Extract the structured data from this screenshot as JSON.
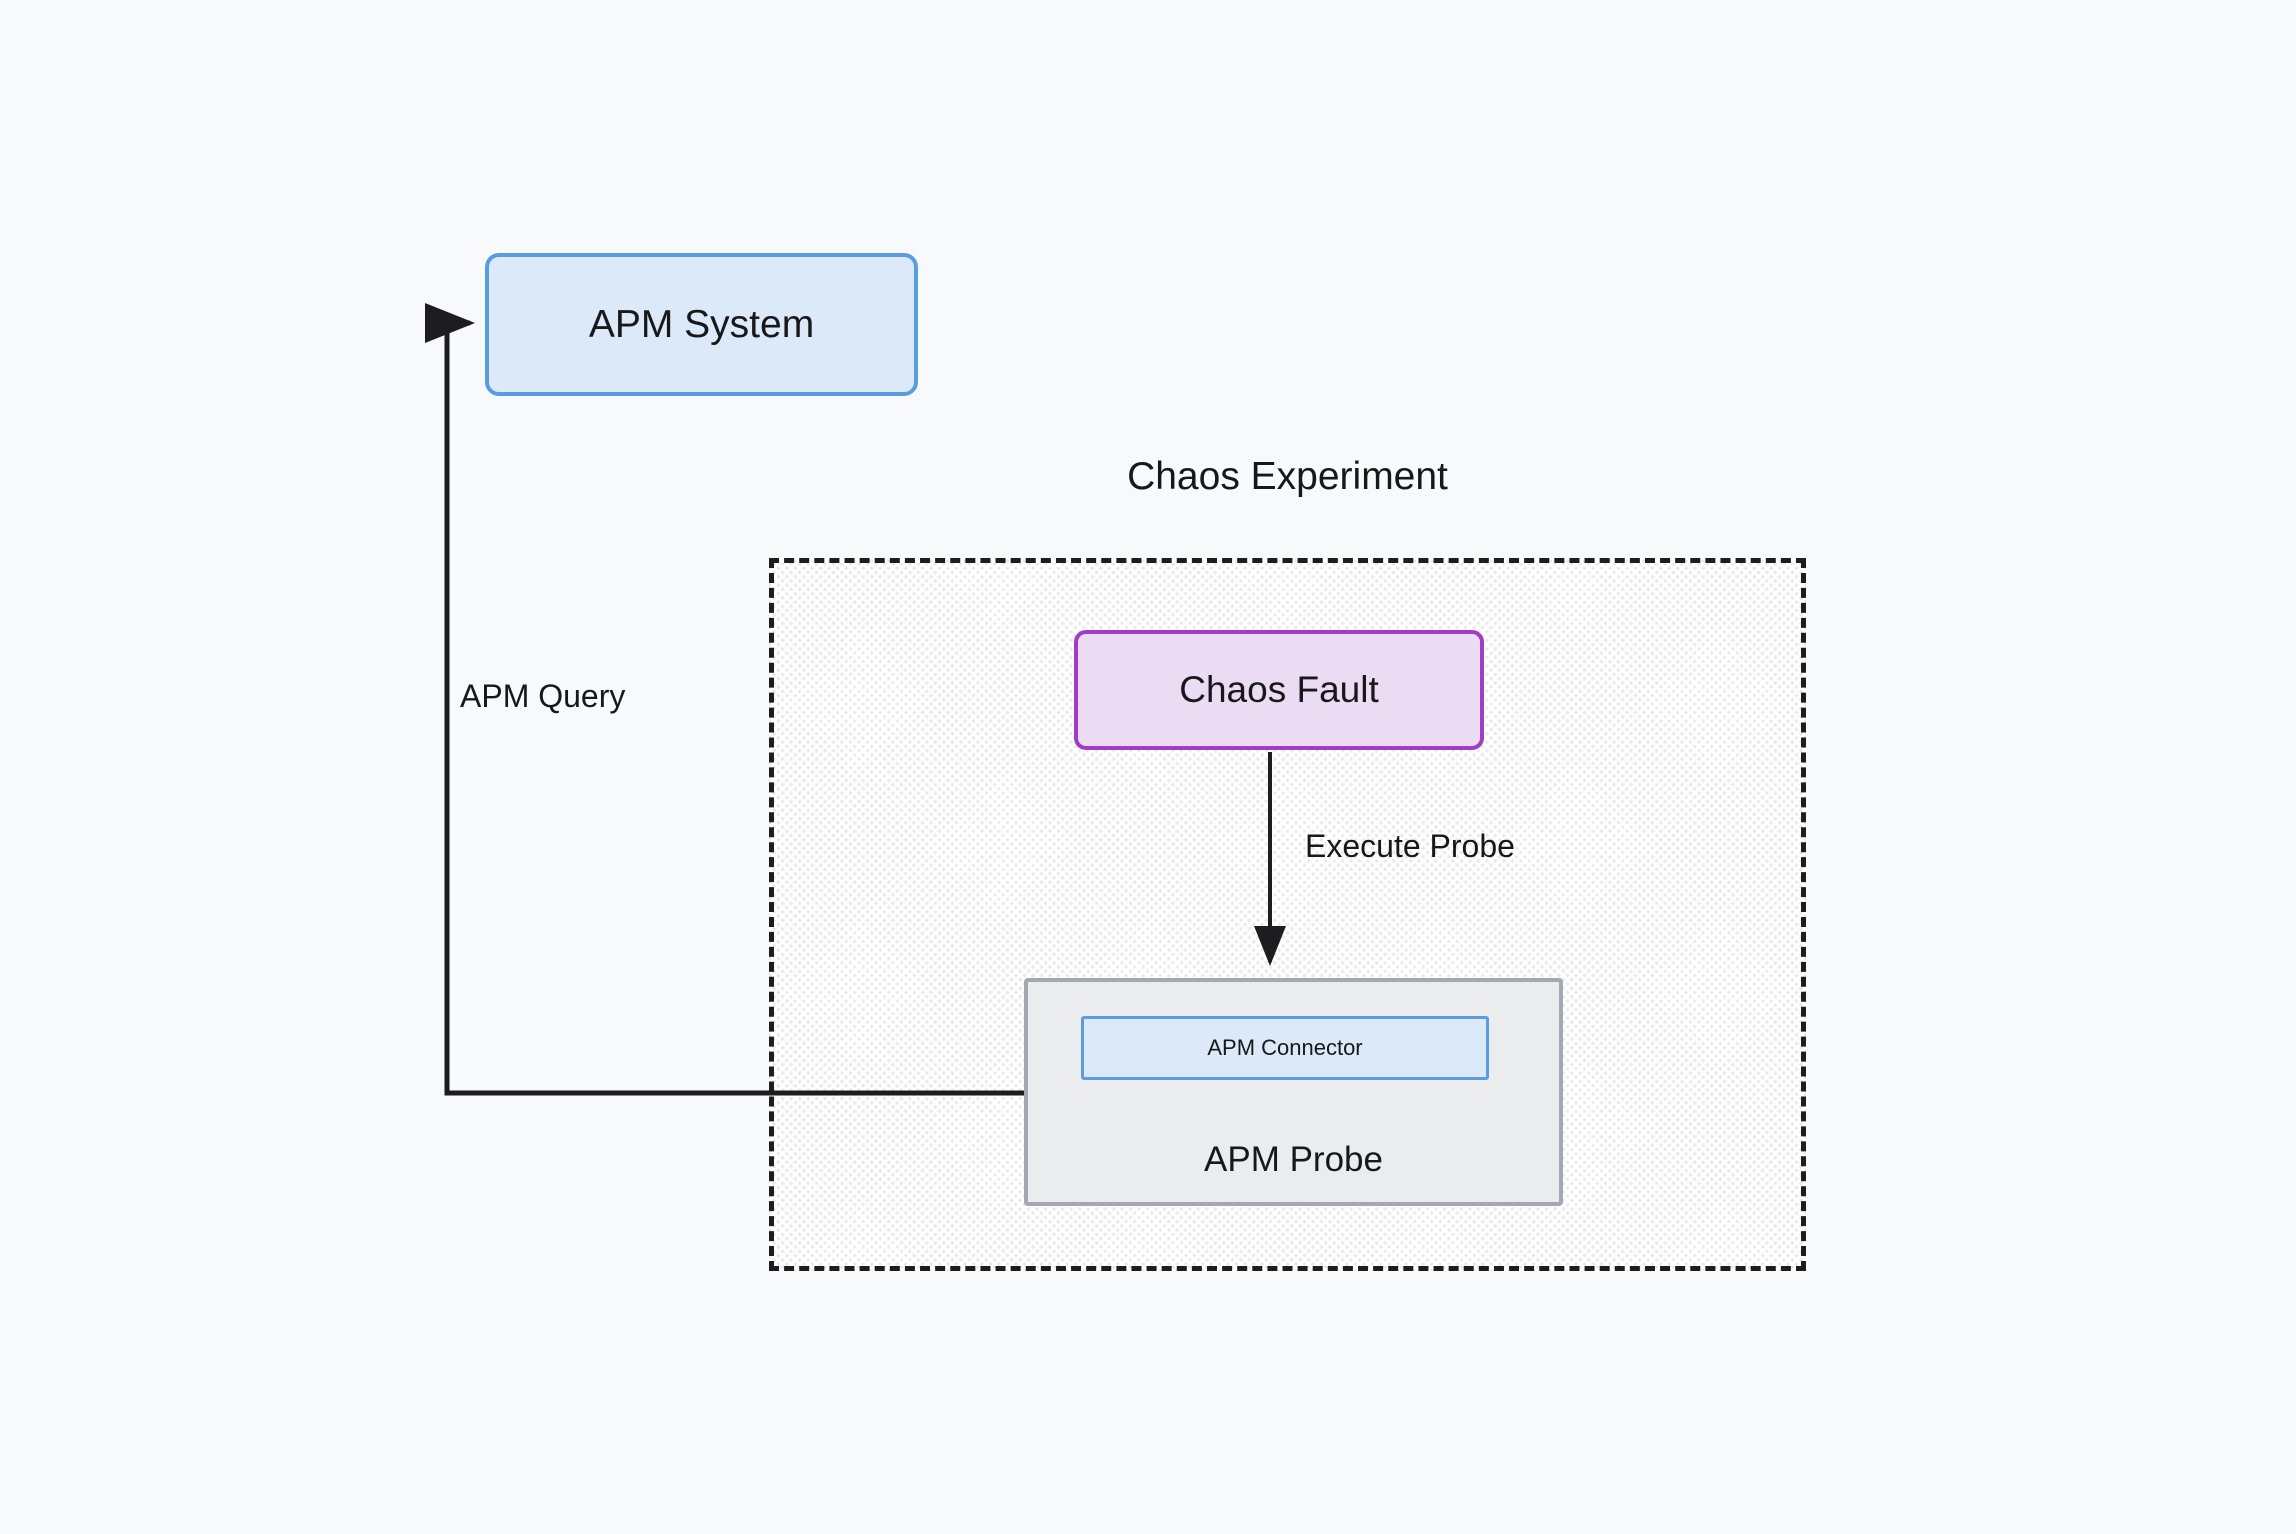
{
  "diagram": {
    "title": "Chaos Experiment",
    "background_color": "#f8f9fb",
    "nodes": {
      "apm_system": {
        "label": "APM System",
        "fill": "#dce9f9",
        "stroke": "#5b9bdf"
      },
      "chaos_fault": {
        "label": "Chaos Fault",
        "fill": "#ecdcf3",
        "stroke": "#a33cc4"
      },
      "apm_probe": {
        "label": "APM Probe",
        "fill": "#ebecee",
        "stroke": "#a3a8b2"
      },
      "apm_connector": {
        "label": "APM Connector",
        "fill": "#dce9f9",
        "stroke": "#5b9bdf"
      },
      "chaos_experiment_container": {
        "label": "Chaos Experiment",
        "fill": "#e9eaeb",
        "stroke": "#1d1d1f",
        "border_style": "dashed",
        "pattern": "diagonal-hatch"
      }
    },
    "edges": [
      {
        "id": "execute-probe",
        "label": "Execute Probe",
        "from": "chaos_fault",
        "to": "apm_probe",
        "arrow": true,
        "color": "#1d1d1f"
      },
      {
        "id": "apm-query",
        "label": "APM Query",
        "from": "apm_probe",
        "to": "apm_system",
        "arrow": true,
        "color": "#1d1d1f"
      }
    ]
  }
}
